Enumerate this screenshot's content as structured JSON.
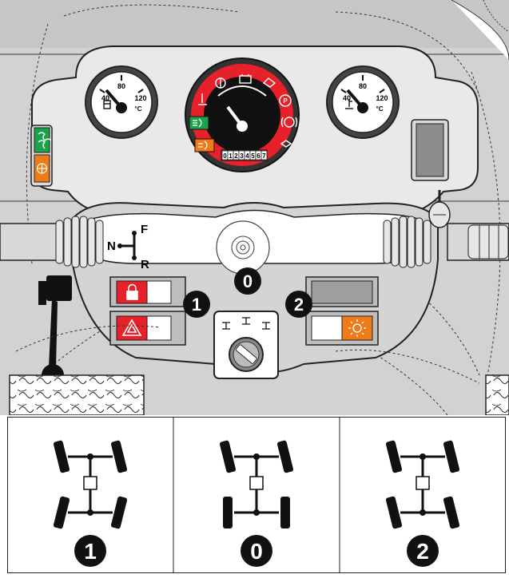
{
  "gauges": {
    "left": {
      "ticks": [
        "40",
        "80",
        "120"
      ],
      "unit": "°C"
    },
    "right": {
      "ticks": [
        "40",
        "80",
        "120"
      ],
      "unit": "°C"
    }
  },
  "tachometer": {
    "odometer": [
      "0",
      "1",
      "2",
      "3",
      "4",
      "5",
      "6",
      "7"
    ]
  },
  "gear_indicator": {
    "forward": "F",
    "neutral": "N",
    "reverse": "R"
  },
  "steering_modes": [
    {
      "id": "1",
      "label": "1"
    },
    {
      "id": "0",
      "label": "0"
    },
    {
      "id": "2",
      "label": "2"
    }
  ],
  "colors": {
    "warning_red": "#e8202a",
    "indicator_green": "#1aa34a",
    "indicator_orange": "#f07a17",
    "panel_gray": "#bdbdbd",
    "dark": "#111111"
  },
  "icons": [
    "thermometer-icon",
    "battery-icon",
    "glow-plug-icon",
    "oil-pressure-icon",
    "parking-brake-icon",
    "brake-icon",
    "transmission-icon",
    "high-beam-icon",
    "headlight-icon",
    "lock-icon",
    "hazard-icon",
    "work-light-icon",
    "steering-mode-selector-icon"
  ]
}
